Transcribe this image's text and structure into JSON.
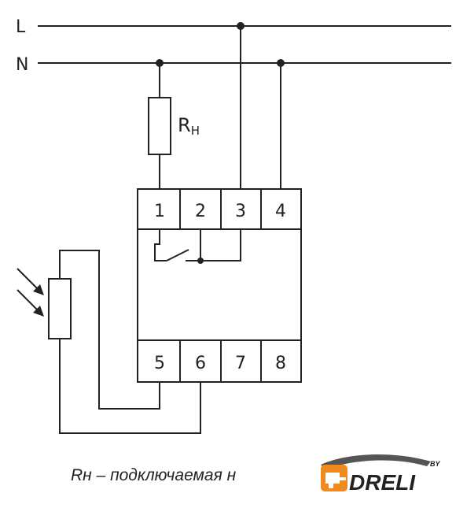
{
  "bus": {
    "line_label": "L",
    "neutral_label": "N"
  },
  "load": {
    "label_main": "R",
    "label_sub": "H"
  },
  "terminals_top": [
    "1",
    "2",
    "3",
    "4"
  ],
  "terminals_bottom": [
    "5",
    "6",
    "7",
    "8"
  ],
  "caption": "Rн – подключаемая н",
  "logo": {
    "text": "DRELI",
    "suffix": "BY",
    "color_orange": "#f08a1c",
    "color_dark": "#555555"
  },
  "colors": {
    "stroke": "#222222",
    "background": "#ffffff"
  }
}
